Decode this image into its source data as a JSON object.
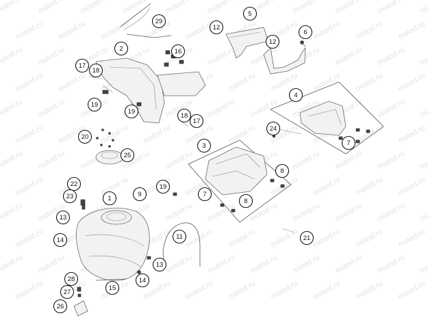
{
  "watermark": "motod.ru",
  "callouts": [
    "29",
    "5",
    "12",
    "6",
    "2",
    "16",
    "12",
    "17",
    "18",
    "19",
    "19",
    "18",
    "17",
    "4",
    "24",
    "7",
    "20",
    "25",
    "3",
    "8",
    "22",
    "9",
    "19",
    "7",
    "8",
    "23",
    "1",
    "13",
    "11",
    "21",
    "14",
    "13",
    "28",
    "14",
    "15",
    "27",
    "26"
  ]
}
